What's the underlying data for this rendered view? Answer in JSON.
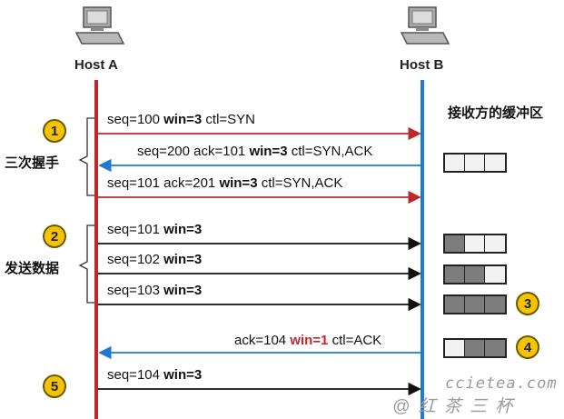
{
  "hosts": {
    "a_label": "Host A",
    "b_label": "Host B"
  },
  "buffer_title": "接收方的缓冲区",
  "phases": {
    "handshake_label": "三次握手",
    "send_label": "发送数据"
  },
  "steps": [
    "1",
    "2",
    "3",
    "4",
    "5"
  ],
  "segments": {
    "s1": {
      "pre": "seq=100 ",
      "bold": "win=3",
      "post": " ctl=SYN",
      "dir": "A-B"
    },
    "s2": {
      "pre": "seq=200 ack=101 ",
      "bold": "win=3",
      "post": " ctl=SYN,ACK",
      "dir": "B-A"
    },
    "s3": {
      "pre": "seq=101 ack=201 ",
      "bold": "win=3",
      "post": " ctl=SYN,ACK",
      "dir": "A-B"
    },
    "s4": {
      "pre": "seq=101 ",
      "bold": "win=3",
      "post": "",
      "dir": "A-B"
    },
    "s5": {
      "pre": "seq=102 ",
      "bold": "win=3",
      "post": "",
      "dir": "A-B"
    },
    "s6": {
      "pre": "seq=103 ",
      "bold": "win=3",
      "post": "",
      "dir": "A-B"
    },
    "s7": {
      "pre": "ack=104 ",
      "bold": "win=1",
      "post": " ctl=ACK",
      "dir": "B-A"
    },
    "s8": {
      "pre": "seq=104 ",
      "bold": "win=3",
      "post": "",
      "dir": "A-B"
    }
  },
  "buffers": {
    "b1": {
      "filled": 0,
      "cells": 3
    },
    "b2": {
      "filled": 1,
      "cells": 3
    },
    "b3": {
      "filled": 2,
      "cells": 3
    },
    "b4": {
      "filled": 3,
      "cells": 3
    },
    "b5": {
      "filled": 2,
      "cells": 3
    }
  },
  "watermark": {
    "site": "ccietea.com",
    "author": "@ 红 茶 三 杯"
  },
  "colors": {
    "host_a_line": "#c0272d",
    "host_b_line": "#1f7ad1",
    "handshake_arrow": "#c0272d",
    "data_arrow": "#111111",
    "reply_arrow": "#1f7ad1",
    "step_circle": "#f5c400"
  }
}
